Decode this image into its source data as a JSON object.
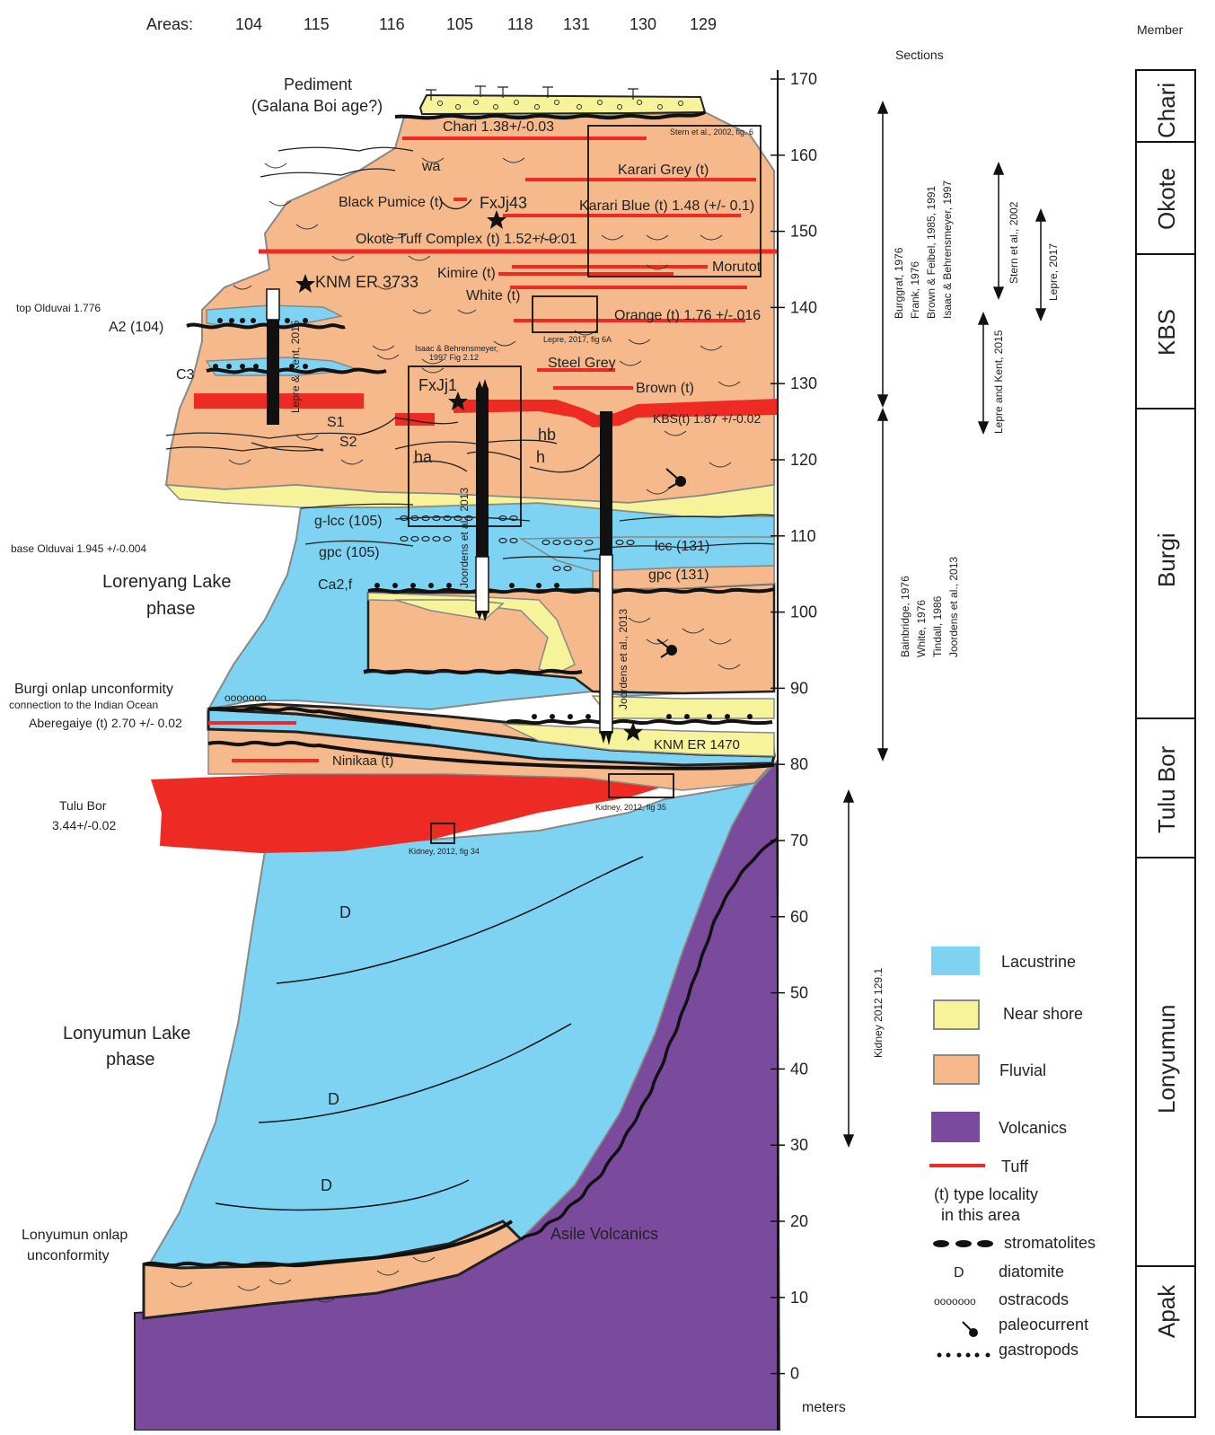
{
  "header": {
    "areas_label": "Areas:",
    "areas": [
      "104",
      "115",
      "116",
      "105",
      "118",
      "131",
      "130",
      "129"
    ],
    "member_header": "Member",
    "sections_header": "Sections"
  },
  "scale": {
    "ticks": [
      "170",
      "160",
      "150",
      "140",
      "130",
      "120",
      "110",
      "100",
      "90",
      "80",
      "70",
      "60",
      "50",
      "40",
      "30",
      "20",
      "10",
      "0"
    ],
    "unit": "meters"
  },
  "members": [
    "Chari",
    "Okote",
    "KBS",
    "Burgi",
    "Tulu Bor",
    "Lonyumun",
    "Apak"
  ],
  "units": {
    "pediment": "Pediment",
    "pediment_age": "(Galana Boi age?)",
    "chari": "Chari 1.38+/-0.03",
    "wa": "wa",
    "karari_grey": "Karari Grey (t)",
    "black_pumice": "Black Pumice (t)",
    "fxjj43": "FxJj43",
    "karari_blue": "Karari Blue (t) 1.48 (+/- 0.1)",
    "okote": "Okote Tuff Complex (t) 1.52+/-0.01",
    "kimire": "Kimire (t)",
    "morutot": "Morutot",
    "knm3733": "KNM ER 3733",
    "white": "White (t)",
    "orange": "Orange (t) 1.76 +/-.016",
    "top_olduvai": "top Olduvai 1.776",
    "a2": "A2 (104)",
    "c3": "C3",
    "isaac_ref": "Isaac & Behrensmeyer,",
    "isaac_ref2": "1997 Fig 2.12",
    "steel_grey": "Steel Grey",
    "fxjj1": "FxJj1",
    "brown": "Brown (t)",
    "kbs": "KBS(t) 1.87 +/-0.02",
    "s1": "S1",
    "s2": "S2",
    "hb": "hb",
    "ha": "ha",
    "h": "h",
    "glcc": "g-lcc (105)",
    "gpc105": "gpc (105)",
    "lcc131": "lcc (131)",
    "gpc131": "gpc (131)",
    "ca2f": "Ca2,f",
    "base_olduvai": "base Olduvai 1.945 +/-0.004",
    "lorenyang1": "Lorenyang Lake",
    "lorenyang2": "phase",
    "burgi_onlap": "Burgi onlap unconformity",
    "indian_ocean": "connection to the Indian Ocean",
    "ostracods_mark": "ooooooo",
    "aberegaiye": "Aberegaiye (t) 2.70 +/- 0.02",
    "ninikaa": "Ninikaa (t)",
    "knm1470": "KNM ER 1470",
    "tulu_bor1": "Tulu Bor",
    "tulu_bor2": "3.44+/-0.02",
    "d": "D",
    "lonyumun_phase1": "Lonyumun Lake",
    "lonyumun_phase2": "phase",
    "lonyumun_onlap1": "Lonyumun onlap",
    "lonyumun_onlap2": "unconformity",
    "asile": "Asile Volcanics",
    "lepre_kent_col": "Lepre & Kent, 2015",
    "joordens_col1": "Joordens et al., 2013",
    "joordens_col2": "Joordens et al., 2013"
  },
  "boxes": {
    "stern_fig6": "Stern et al., 2002, fig. 6",
    "lepre_fig6a": "Lepre, 2017, fig 6A",
    "kidney_fig35": "Kidney, 2012, fig 35",
    "kidney_fig34": "Kidney, 2012, fig 34"
  },
  "sections": {
    "upper_refs": [
      "Burggraf, 1976",
      "Frank, 1976",
      "Brown & Feibel, 1985, 1991",
      "Isaac & Behrensmeyer, 1997"
    ],
    "stern": "Stern et al., 2002",
    "lepre2017": "Lepre, 2017",
    "lepre_kent": "Lepre and Kent, 2015",
    "middle_refs": [
      "Bainbridge, 1976",
      "White, 1976",
      "Tindall, 1986",
      "Joordens et al., 2013"
    ],
    "kidney": "Kidney 2012 129.1"
  },
  "legend": {
    "lacustrine": "Lacustrine",
    "near_shore": "Near shore",
    "fluvial": "Fluvial",
    "volcanics": "Volcanics",
    "tuff": "Tuff",
    "type_locality1": "(t) type locality",
    "type_locality2": "in this area",
    "d_symbol": "D",
    "stromatolites": "stromatolites",
    "diatomite": "diatomite",
    "ostracods_symbol": "ooooooo",
    "ostracods": "ostracods",
    "paleocurrent": "paleocurrent",
    "gastropods": "gastropods"
  },
  "colors": {
    "lacustrine": "#7fd3f2",
    "near_shore": "#f7f39a",
    "fluvial": "#f5b98c",
    "volcanics": "#7a4a9c",
    "tuff": "#ee2a24",
    "outline": "#808080"
  }
}
